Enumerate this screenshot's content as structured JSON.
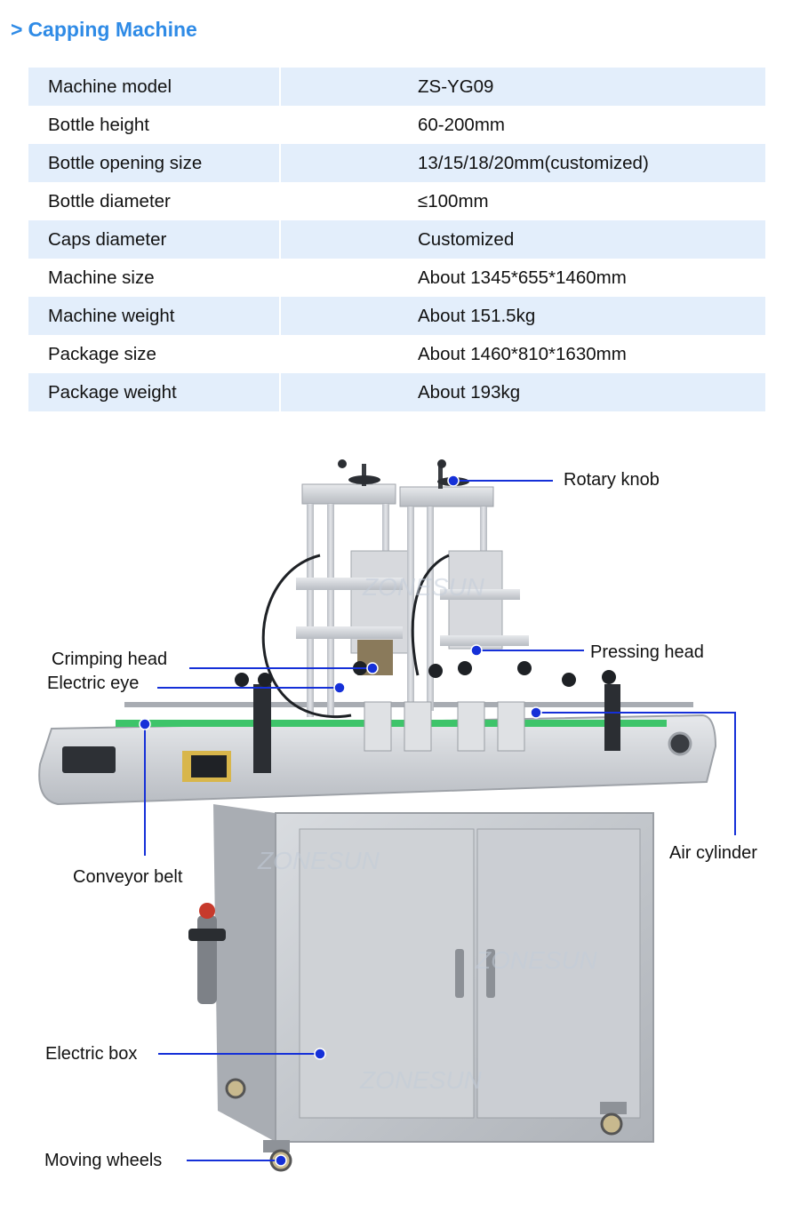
{
  "header": {
    "chevron": ">",
    "title": "Capping Machine"
  },
  "specs": [
    {
      "key": "Machine model",
      "value": "ZS-YG09"
    },
    {
      "key": "Bottle height",
      "value": "60-200mm"
    },
    {
      "key": "Bottle opening size",
      "value": "13/15/18/20mm(customized)"
    },
    {
      "key": "Bottle diameter",
      "value": "≤100mm"
    },
    {
      "key": "Caps diameter",
      "value": "Customized"
    },
    {
      "key": "Machine size",
      "value": "About 1345*655*1460mm"
    },
    {
      "key": "Machine weight",
      "value": "About 151.5kg"
    },
    {
      "key": "Package size",
      "value": "About 1460*810*1630mm"
    },
    {
      "key": "Package weight",
      "value": "About 193kg"
    }
  ],
  "callouts": {
    "rotary_knob": "Rotary knob",
    "crimping_head": "Crimping head",
    "electric_eye": "Electric eye",
    "pressing_head": "Pressing head",
    "conveyor_belt": "Conveyor belt",
    "air_cylinder": "Air cylinder",
    "electric_box": "Electric box",
    "moving_wheels": "Moving wheels"
  },
  "watermark": "ZONESUN",
  "colors": {
    "title": "#2f8be6",
    "row_shade": "#e3eefb",
    "leader": "#1530d8",
    "steel": "#c9ccd1"
  }
}
